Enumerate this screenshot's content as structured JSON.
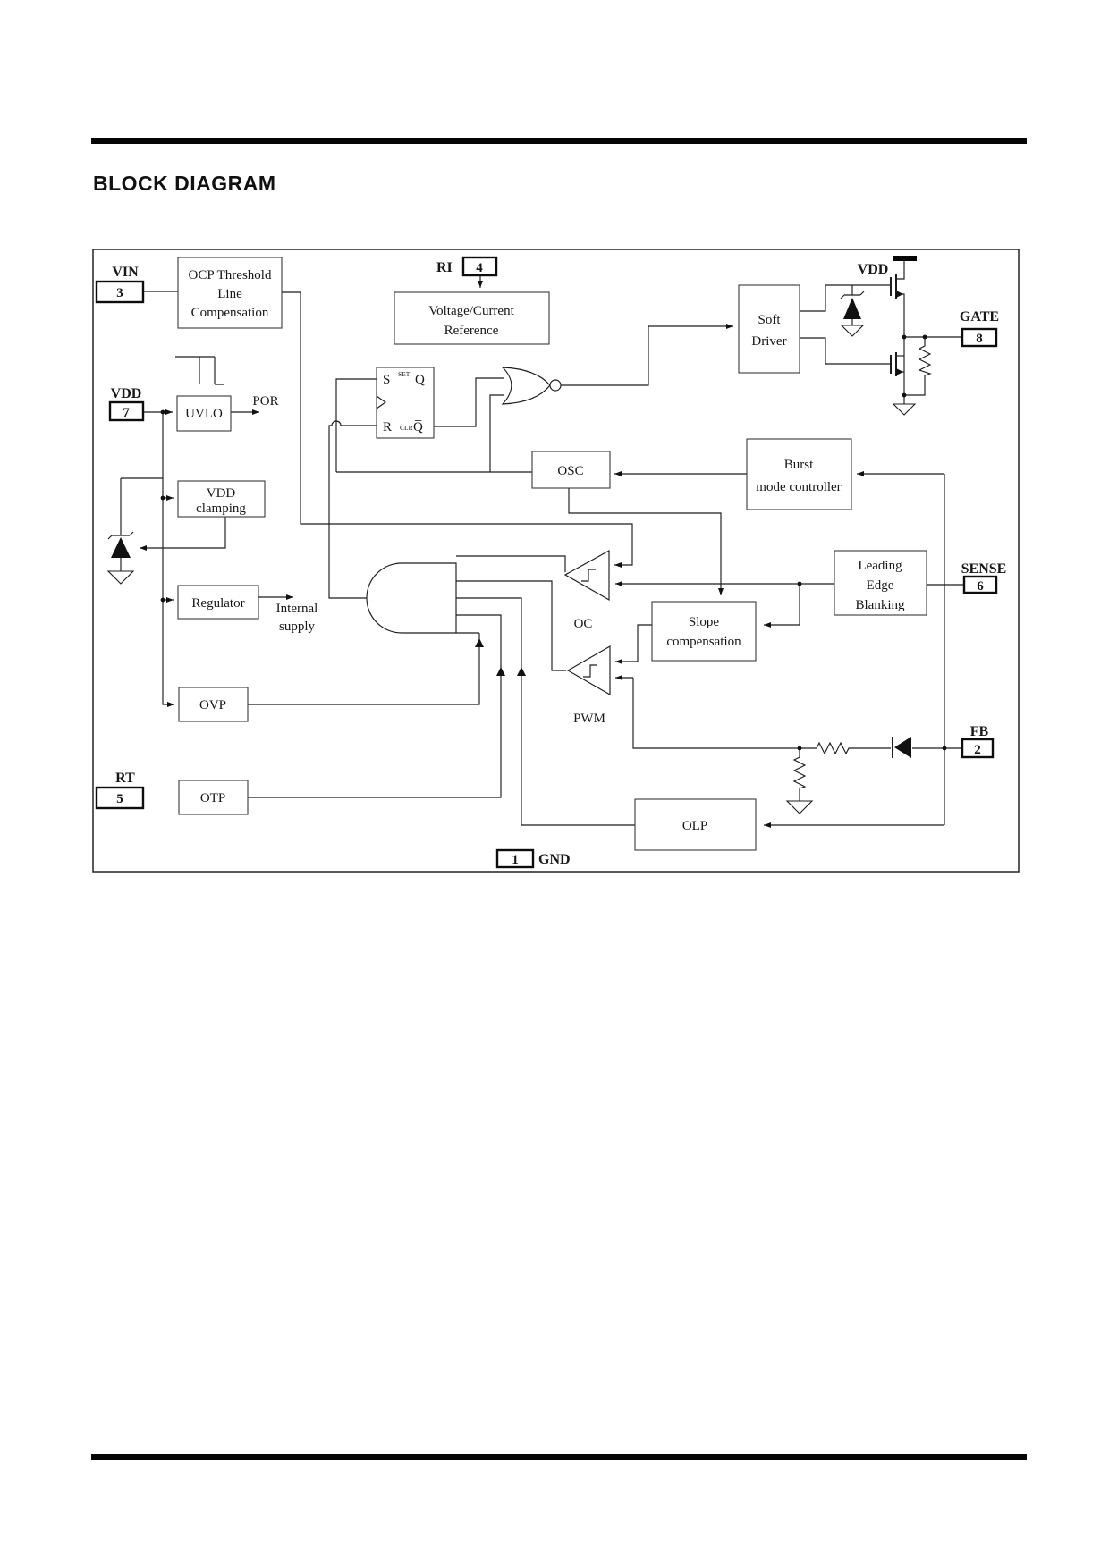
{
  "title": "BLOCK DIAGRAM",
  "pins": {
    "vin": {
      "label": "VIN",
      "number": "3"
    },
    "vdd": {
      "label": "VDD",
      "number": "7"
    },
    "rt": {
      "label": "RT",
      "number": "5"
    },
    "ri": {
      "label": "RI",
      "number": "4"
    },
    "gate": {
      "label": "GATE",
      "number": "8"
    },
    "sense": {
      "label": "SENSE",
      "number": "6"
    },
    "fb": {
      "label": "FB",
      "number": "2"
    },
    "gnd": {
      "label": "GND",
      "number": "1"
    },
    "vdd_rail": {
      "label": "VDD"
    }
  },
  "blocks": {
    "ocp": [
      "OCP Threshold",
      "Line",
      "Compensation"
    ],
    "vcref": [
      "Voltage/Current",
      "Reference"
    ],
    "uvlo": [
      "UVLO"
    ],
    "clamp": [
      "VDD",
      "clamping"
    ],
    "regulator": [
      "Regulator"
    ],
    "ovp": [
      "OVP"
    ],
    "otp": [
      "OTP"
    ],
    "soft": [
      "Soft",
      "Driver"
    ],
    "osc": [
      "OSC"
    ],
    "burst": [
      "Burst",
      "mode controller"
    ],
    "slope": [
      "Slope",
      "compensation"
    ],
    "leb": [
      "Leading",
      "Edge",
      "Blanking"
    ],
    "olp": [
      "OLP"
    ]
  },
  "latch": {
    "s": "S",
    "set": "SET",
    "q": "Q",
    "r": "R",
    "clr": "CLR",
    "qbar": "Q̅"
  },
  "labels": {
    "por": "POR",
    "internal1": "Internal",
    "internal2": "supply",
    "oc": "OC",
    "pwm": "PWM"
  },
  "colors": {
    "ink": "#1c1c1c",
    "paper": "#ffffff"
  }
}
